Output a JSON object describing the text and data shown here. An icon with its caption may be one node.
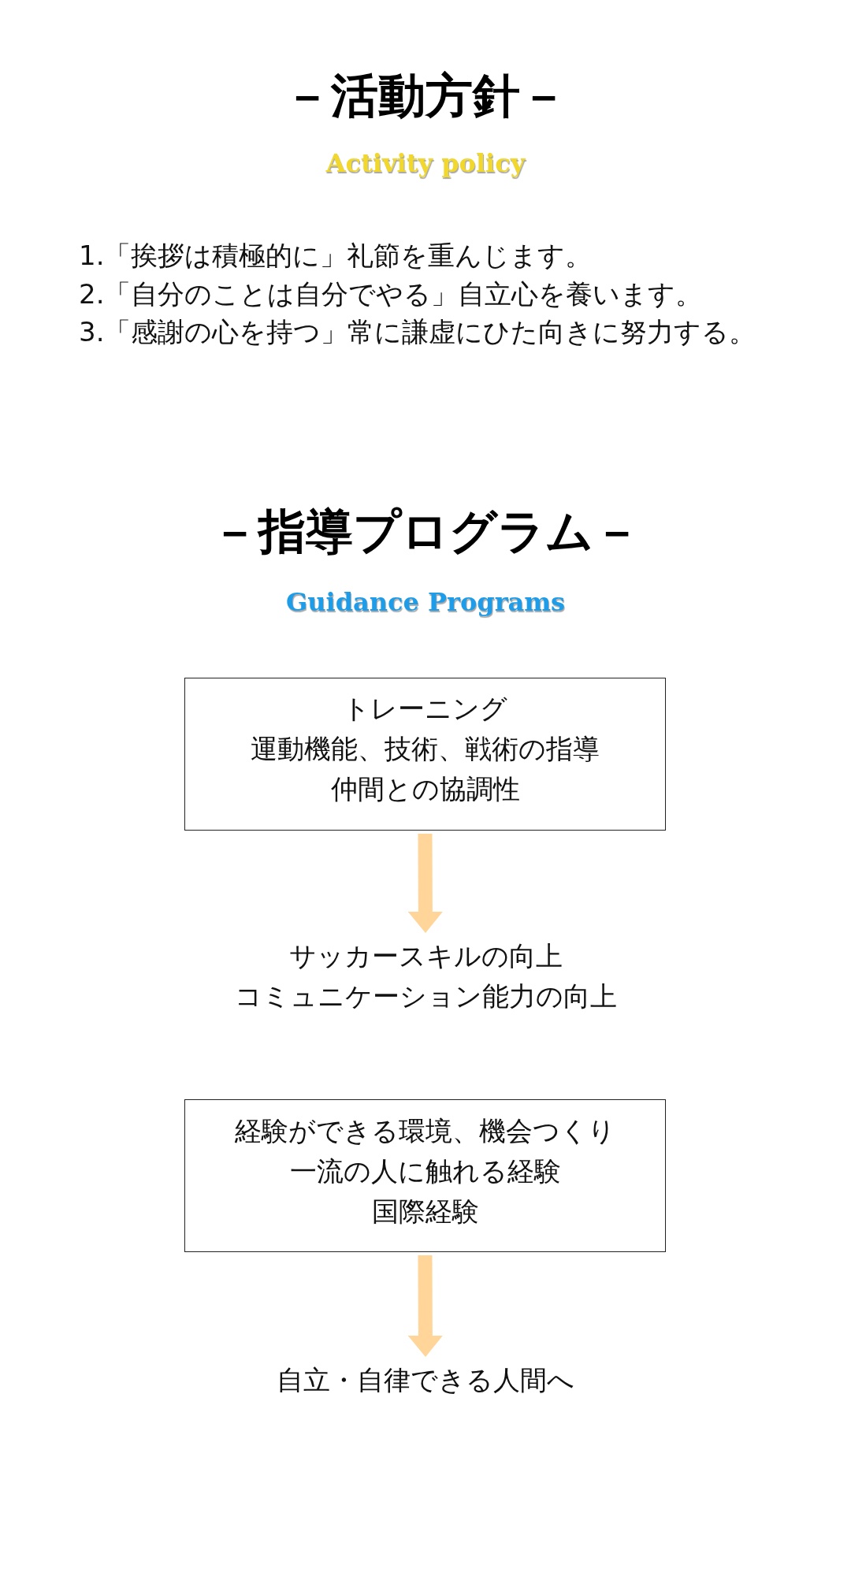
{
  "diagram": {
    "title": "－活動方針－",
    "nodes": [
      {
        "text": [
          "トレーニング",
          "運動機能、技術、戦術の指導",
          "仲間との協調性"
        ]
      },
      {
        "text": [
          "サッカースキルの向上",
          "コミュニケーション能力の向上"
        ]
      },
      {
        "text": [
          "経験ができる環境、機会つくり",
          "一流の人に触れる経験",
          "国際経験"
        ]
      },
      {
        "text": [
          "自立・自律できる人間へ"
        ]
      }
    ],
    "edges": [
      {
        "from": 0,
        "to": 1,
        "arrow": "to"
      },
      {
        "from": 2,
        "to": 3,
        "arrow": "to"
      }
    ],
    "labels": [
      "Activity policy",
      "1.「挨拶は積極的に」礼節を重んじます。",
      "2.「自分のことは自分でやる」自立心を養います。",
      "3.「感謝の心を持つ」常に謙虚にひた向きに努力する。",
      "－指導プログラム－",
      "Guidance Programs"
    ]
  }
}
